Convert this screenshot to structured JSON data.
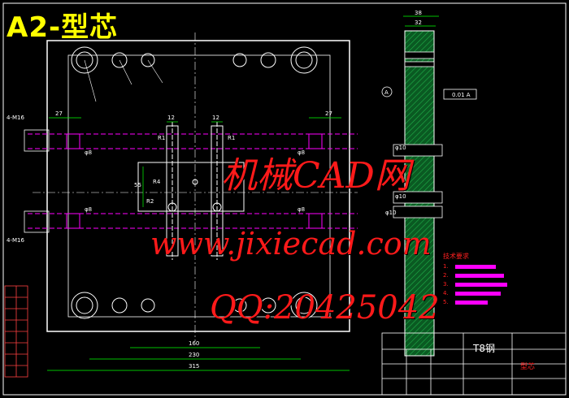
{
  "title": "A2-型芯",
  "watermark": {
    "line1": "机械CAD网",
    "line2": "www.jixiecad.com",
    "line3": "QQ:20425042"
  },
  "dimensions": {
    "d27_left": "27",
    "d27_right": "27",
    "d12_a": "12",
    "d12_b": "12",
    "d38": "38",
    "d32": "32",
    "d160": "160",
    "d230": "230",
    "d315": "315",
    "d55": "55",
    "phi8_top": "φ8",
    "phi8_bot": "φ8",
    "phi8_rtop": "φ8",
    "phi8_rbot": "φ8",
    "phi10_a": "φ10",
    "phi10_b": "φ10",
    "phi10_c": "φ10",
    "r4": "R4",
    "r2": "R2",
    "r1a": "R1",
    "r1b": "R1",
    "m16_top": "4-M16",
    "m16_bot": "4-M16",
    "flat": "0.01 A",
    "datum": "A"
  },
  "tech_req": {
    "heading": "技术要求",
    "items": [
      "1.",
      "2.",
      "3.",
      "4.",
      "5."
    ]
  },
  "title_block": {
    "material": "T8钢",
    "part": "型芯"
  },
  "colors": {
    "frame": "#ffffff",
    "dim": "#00ff00",
    "hidden": "#ff00ff",
    "section": "#0a7a2a",
    "label": "#ffff00",
    "watermark": "#ff1a1a"
  }
}
